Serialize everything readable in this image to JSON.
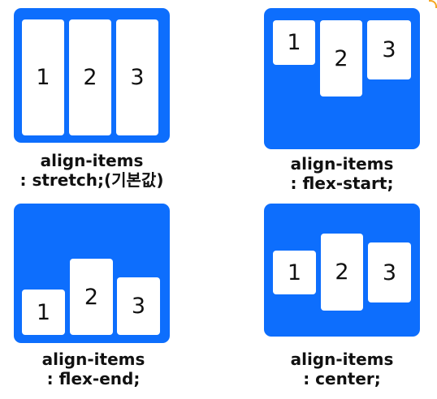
{
  "diagrams": [
    {
      "id": "stretch",
      "items": [
        "1",
        "2",
        "3"
      ],
      "caption_line1": "align-items",
      "caption_line2": ": stretch;(기본값)"
    },
    {
      "id": "flex-start",
      "items": [
        "1",
        "2",
        "3"
      ],
      "caption_line1": "align-items",
      "caption_line2": ": flex-start;"
    },
    {
      "id": "flex-end",
      "items": [
        "1",
        "2",
        "3"
      ],
      "caption_line1": "align-items",
      "caption_line2": ": flex-end;"
    },
    {
      "id": "center",
      "items": [
        "1",
        "2",
        "3"
      ],
      "caption_line1": "align-items",
      "caption_line2": ": center;"
    }
  ],
  "colors": {
    "container": "#0d6efd",
    "item": "#ffffff",
    "text": "#111111"
  }
}
